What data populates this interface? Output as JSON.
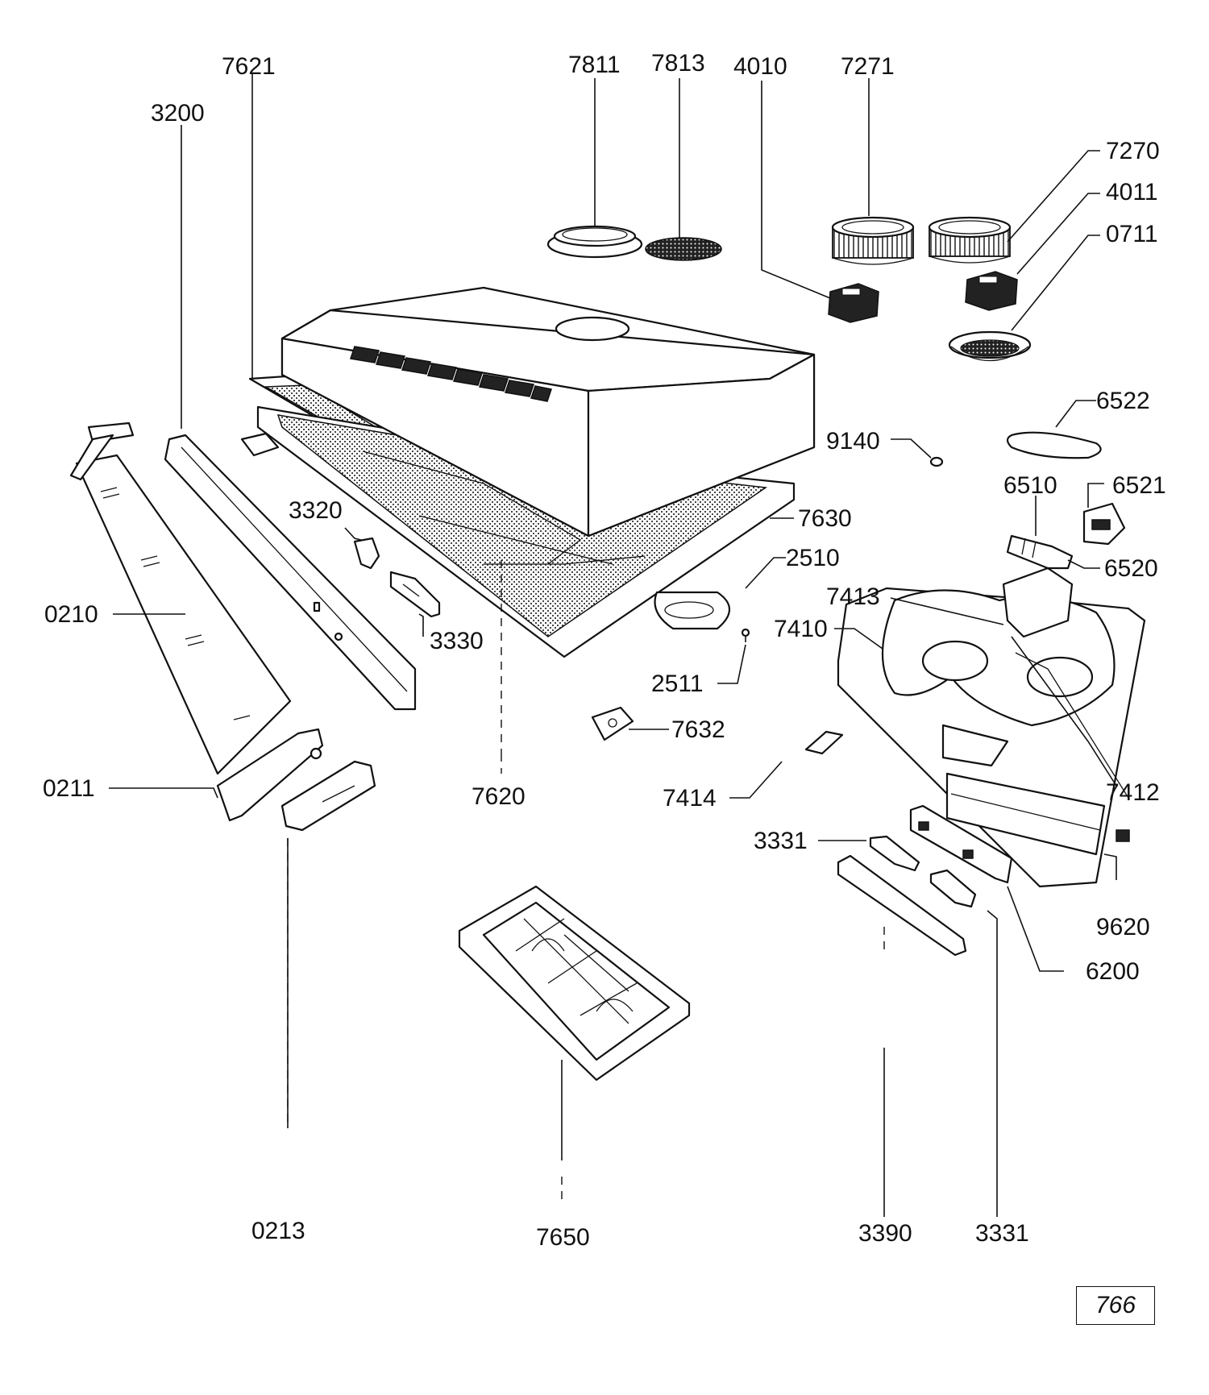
{
  "diagram": {
    "parts": [
      {
        "id": "p7621",
        "label": "7621"
      },
      {
        "id": "p3200",
        "label": "3200"
      },
      {
        "id": "p7811",
        "label": "7811"
      },
      {
        "id": "p7813",
        "label": "7813"
      },
      {
        "id": "p4010",
        "label": "4010"
      },
      {
        "id": "p7271",
        "label": "7271"
      },
      {
        "id": "p7270",
        "label": "7270"
      },
      {
        "id": "p4011",
        "label": "4011"
      },
      {
        "id": "p0711",
        "label": "0711"
      },
      {
        "id": "p6522",
        "label": "6522"
      },
      {
        "id": "p9140",
        "label": "9140"
      },
      {
        "id": "p6510",
        "label": "6510"
      },
      {
        "id": "p6521",
        "label": "6521"
      },
      {
        "id": "p6520",
        "label": "6520"
      },
      {
        "id": "p3320",
        "label": "3320"
      },
      {
        "id": "p7630",
        "label": "7630"
      },
      {
        "id": "p2510",
        "label": "2510"
      },
      {
        "id": "p7413",
        "label": "7413"
      },
      {
        "id": "p7410",
        "label": "7410"
      },
      {
        "id": "p0210",
        "label": "0210"
      },
      {
        "id": "p3330",
        "label": "3330"
      },
      {
        "id": "p2511",
        "label": "2511"
      },
      {
        "id": "p7632",
        "label": "7632"
      },
      {
        "id": "p0211",
        "label": "0211"
      },
      {
        "id": "p7620",
        "label": "7620"
      },
      {
        "id": "p7414",
        "label": "7414"
      },
      {
        "id": "p7412",
        "label": "7412"
      },
      {
        "id": "p3331a",
        "label": "3331"
      },
      {
        "id": "p9620",
        "label": "9620"
      },
      {
        "id": "p6200",
        "label": "6200"
      },
      {
        "id": "p0213",
        "label": "0213"
      },
      {
        "id": "p7650",
        "label": "7650"
      },
      {
        "id": "p3390",
        "label": "3390"
      },
      {
        "id": "p3331b",
        "label": "3331"
      }
    ],
    "page_number": "766"
  }
}
